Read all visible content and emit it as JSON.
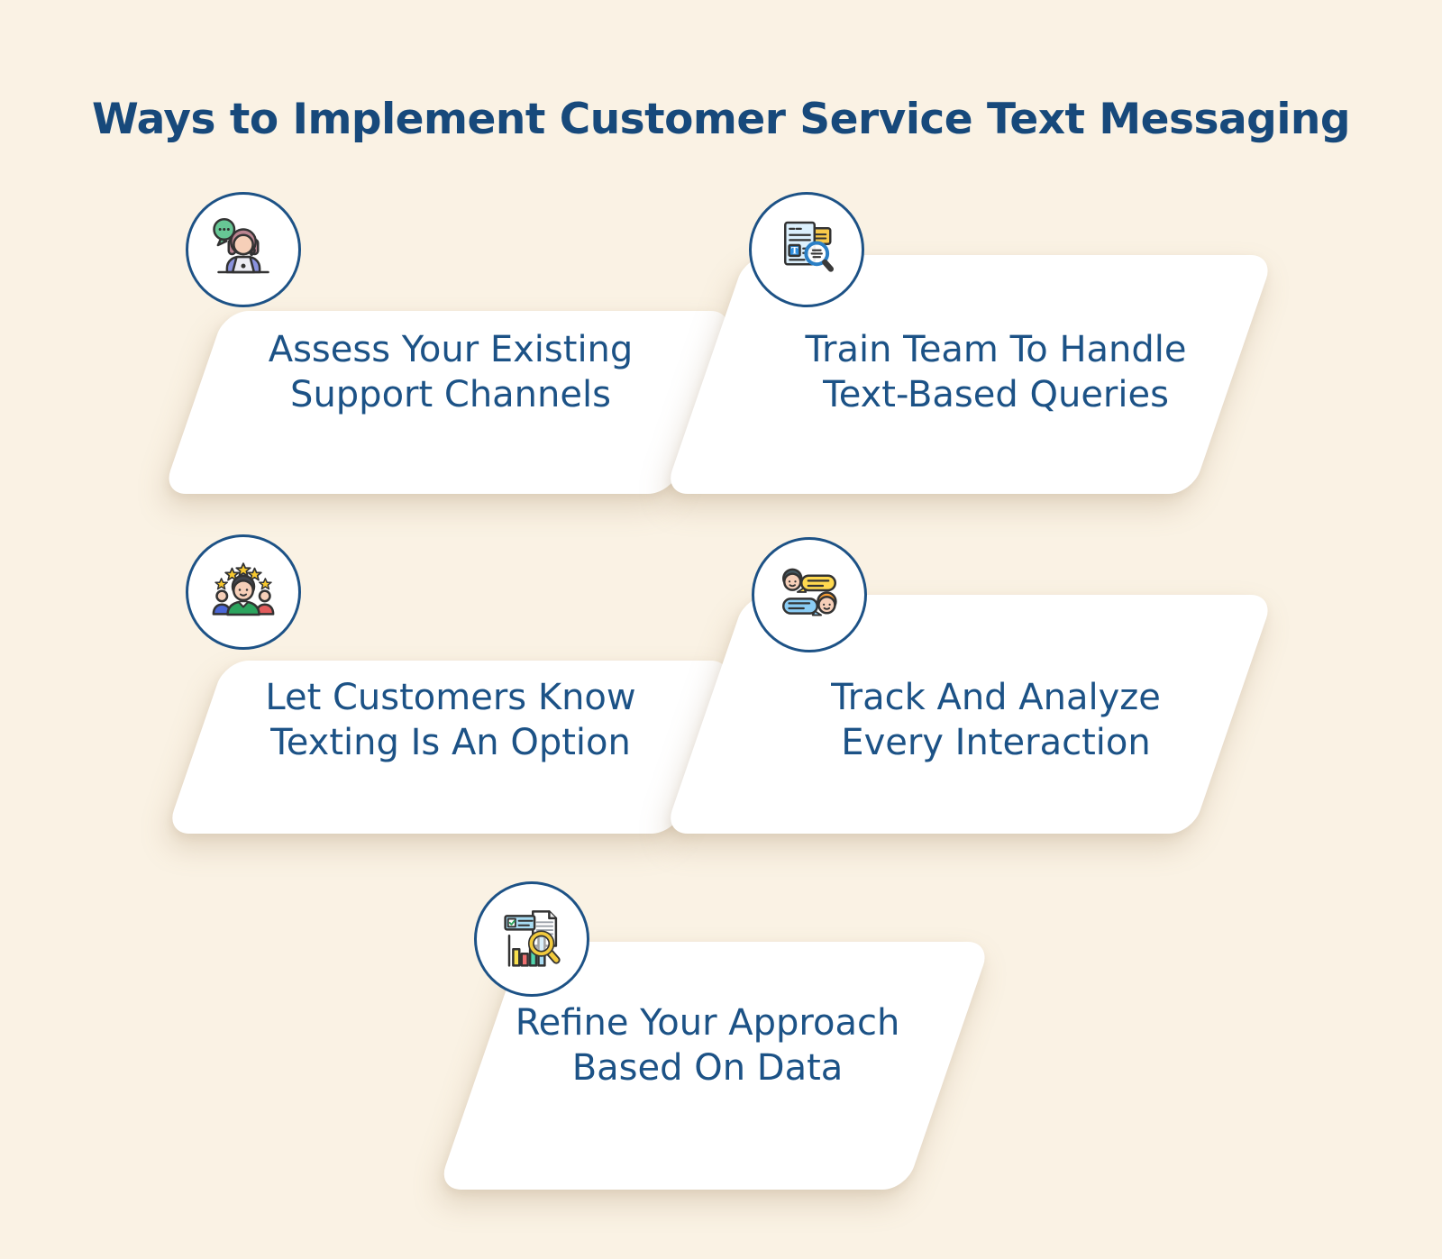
{
  "title": "Ways to Implement Customer Service Text Messaging",
  "colors": {
    "background": "#FAF2E4",
    "card_background": "#FFFFFF",
    "title_text": "#17497B",
    "card_text": "#1C5286",
    "circle_border": "#1D5286",
    "star_yellow": "#F8C92E",
    "bubble_green": "#67C795",
    "bubble_yellow": "#FFD94F",
    "bubble_blue": "#8ACCF4"
  },
  "cards": [
    {
      "icon": "support-agent-icon",
      "lines": [
        "Assess Your Existing",
        "Support Channels"
      ]
    },
    {
      "icon": "document-search-icon",
      "lines": [
        "Train Team To Handle",
        "Text-Based Queries"
      ]
    },
    {
      "icon": "customer-rating-icon",
      "lines": [
        "Let Customers Know",
        "Texting Is An Option"
      ]
    },
    {
      "icon": "conversation-icon",
      "lines": [
        "Track And Analyze",
        "Every Interaction"
      ]
    },
    {
      "icon": "chart-search-icon",
      "lines": [
        "Refine Your Approach",
        "Based On Data"
      ]
    }
  ]
}
